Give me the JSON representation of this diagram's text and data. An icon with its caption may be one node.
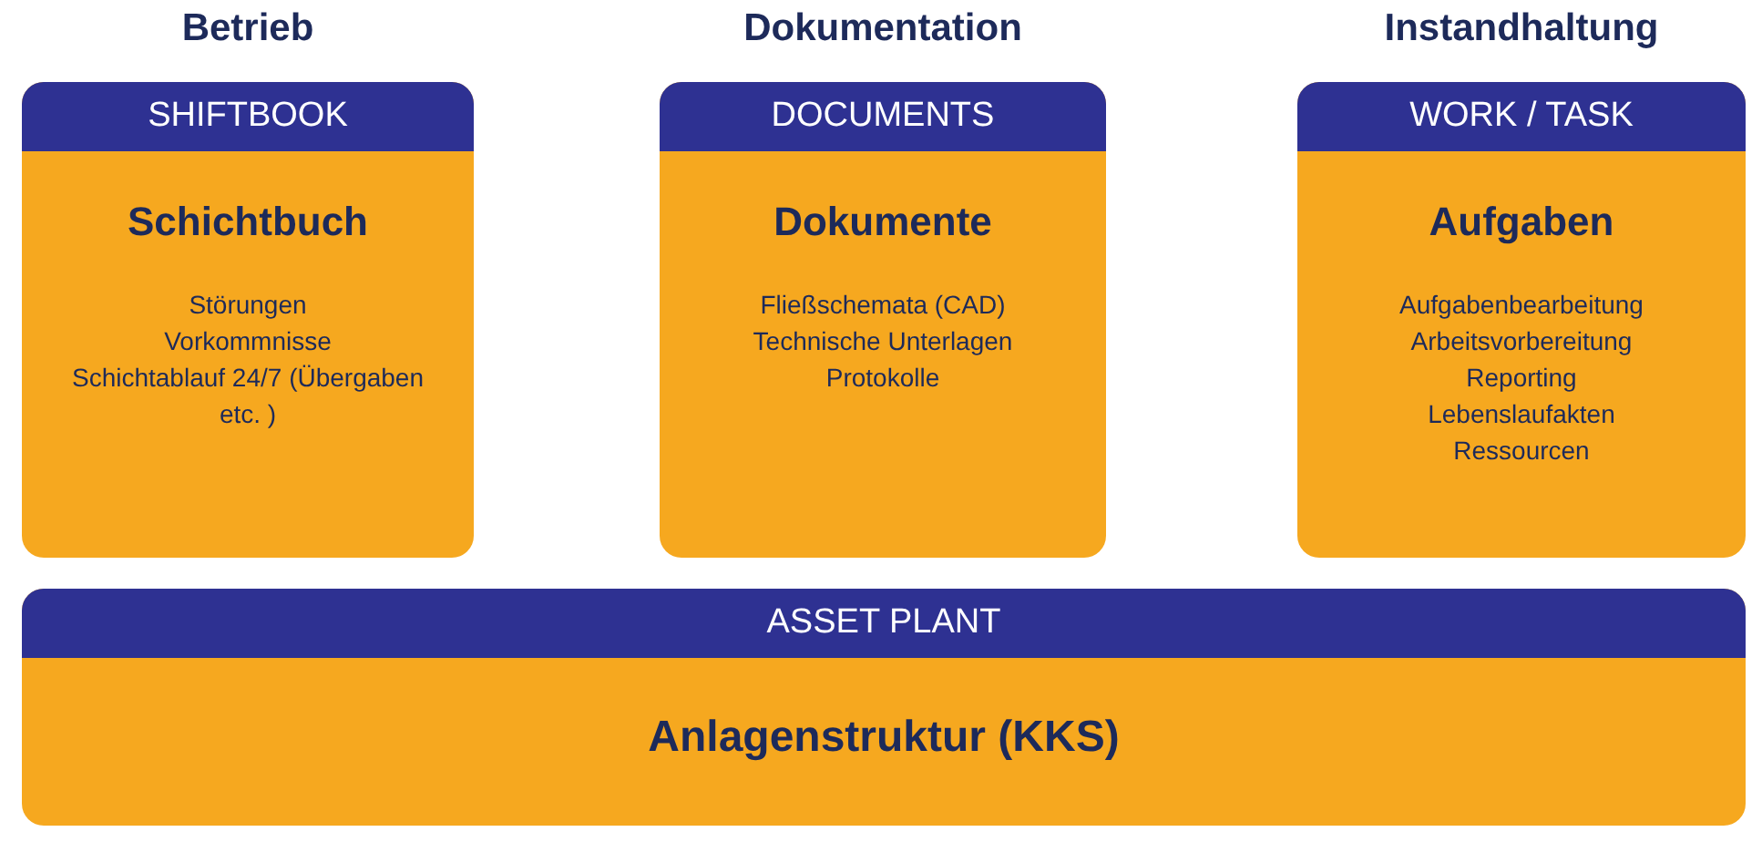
{
  "diagram": {
    "nodes": [
      {
        "text": [
          "Betrieb",
          "SHIFTBOOK",
          "Schichtbuch",
          "Störungen",
          "Vorkommnisse",
          "Schichtablauf 24/7 (Übergaben etc. )"
        ]
      },
      {
        "text": [
          "Dokumentation",
          "DOCUMENTS",
          "Dokumente",
          "Fließschemata (CAD)",
          "Technische Unterlagen",
          "Protokolle"
        ]
      },
      {
        "text": [
          "Instandhaltung",
          "WORK / TASK",
          "Aufgaben",
          "Aufgabenbearbeitung",
          "Arbeitsvorbereitung",
          "Reporting",
          "Lebenslaufakten",
          "Ressourcen"
        ]
      },
      {
        "text": [
          "ASSET PLANT",
          "Anlagenstruktur (KKS)"
        ]
      }
    ],
    "edges": []
  }
}
